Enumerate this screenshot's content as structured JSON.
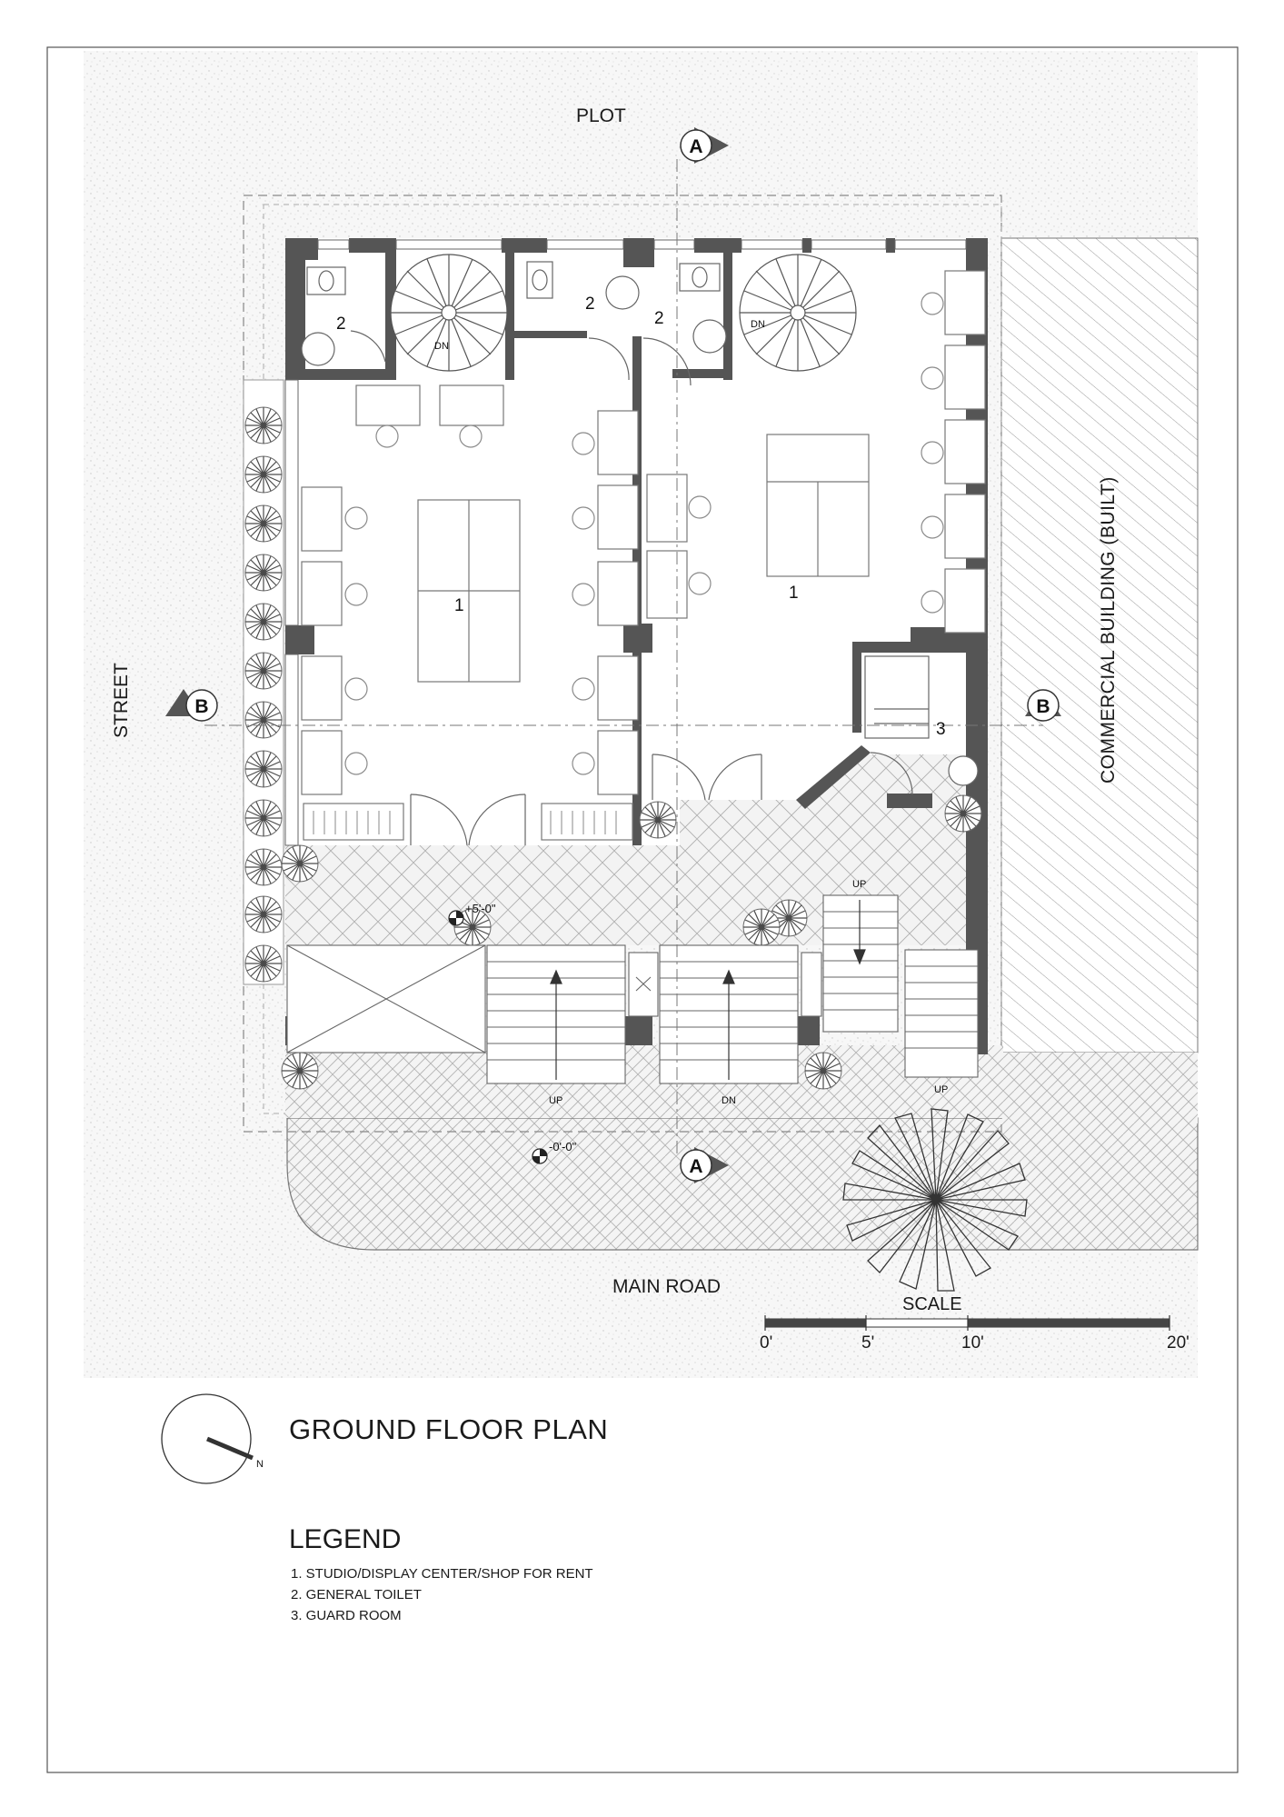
{
  "drawing": {
    "title": "GROUND FLOOR PLAN",
    "north_label": "N",
    "labels": {
      "plot": "PLOT",
      "street": "STREET",
      "main_road": "MAIN ROAD",
      "commercial_building": "COMMERCIAL BUILDING (BUILT)"
    },
    "section_marks": {
      "a": "A",
      "b": "B"
    },
    "room_numbers": {
      "shop": "1",
      "toilet": "2",
      "guard": "3"
    },
    "stair_labels": {
      "up": "UP",
      "down": "DN"
    },
    "levels": {
      "upper": "+5'-0\"",
      "ground": "-0'-0\""
    },
    "scale": {
      "label": "SCALE",
      "ticks": [
        "0'",
        "5'",
        "10'",
        "20'"
      ]
    }
  },
  "legend": {
    "heading": "LEGEND",
    "items": [
      "1. STUDIO/DISPLAY CENTER/SHOP FOR RENT",
      "2. GENERAL TOILET",
      "3. GUARD ROOM"
    ]
  }
}
